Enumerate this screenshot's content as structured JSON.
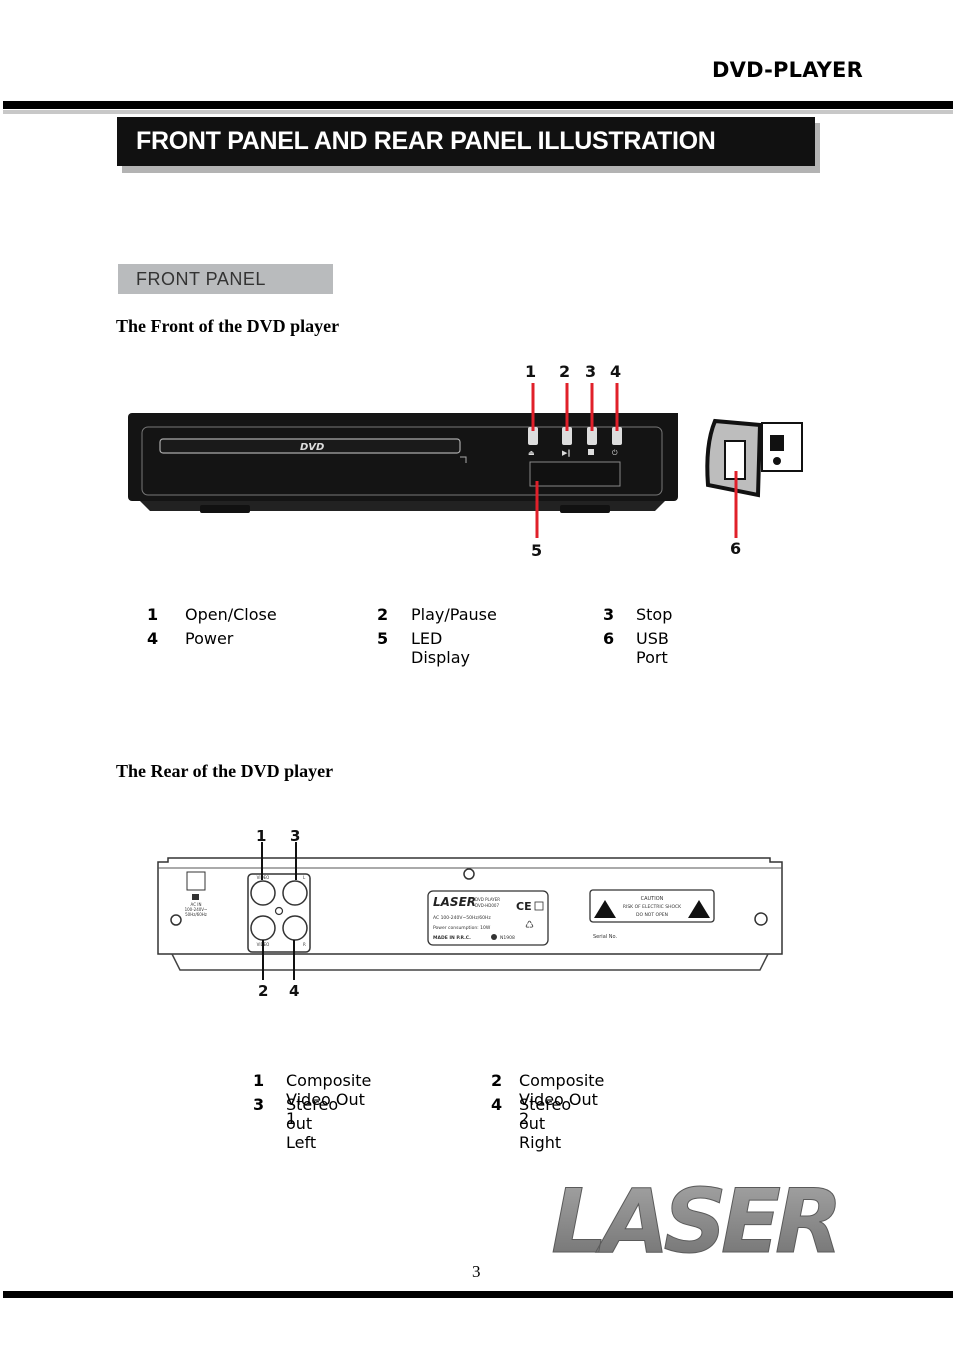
{
  "header": {
    "product": "DVD-PLAYER"
  },
  "title": "FRONT PANEL AND REAR PANEL ILLUSTRATION",
  "front": {
    "section_label": "FRONT PANEL",
    "caption": "The Front of the DVD player",
    "callouts": [
      "1",
      "2",
      "3",
      "4",
      "5",
      "6"
    ],
    "device_logo": "DVD",
    "legend": [
      {
        "num": "1",
        "label": "Open/Close"
      },
      {
        "num": "2",
        "label": "Play/Pause"
      },
      {
        "num": "3",
        "label": "Stop"
      },
      {
        "num": "4",
        "label": "Power"
      },
      {
        "num": "5",
        "label": "LED Display"
      },
      {
        "num": "6",
        "label": "USB Port"
      }
    ]
  },
  "rear": {
    "caption": "The Rear of the DVD player",
    "callouts": [
      "1",
      "3",
      "2",
      "4"
    ],
    "legend": [
      {
        "num": "1",
        "label": "Composite Video Out 1"
      },
      {
        "num": "2",
        "label": "Composite Video Out 2"
      },
      {
        "num": "3",
        "label": "Stereo out Left"
      },
      {
        "num": "4",
        "label": "Stereo out Right"
      }
    ],
    "label_text": {
      "brand": "LASER",
      "model_line1": "DVD PLAYER",
      "model_line2": "DVD-HD007",
      "ac_spec": "AC 100-240V~50Hz/60Hz",
      "power": "Power consumption: 10W",
      "made_in": "MADE IN P.R.C.",
      "cert": "N1908",
      "ce": "CE",
      "caution": "CAUTION",
      "risk": "RISK OF ELECTRIC SHOCK",
      "do_not_open": "DO NOT OPEN",
      "serial": "Serial No.",
      "ac_in_1": "AC IN",
      "ac_in_2": "100-240V~",
      "ac_in_3": "50Hz/60Hz",
      "video": "VIDEO",
      "video2": "VIDEO",
      "l": "L",
      "r": "R"
    }
  },
  "footer": {
    "page_number": "3",
    "logo": "LASER"
  },
  "colors": {
    "banner_bg": "#111111",
    "section_bg": "#b9bbbd",
    "callout_red": "#e0202a",
    "logo_grey": "#8a8a8a"
  }
}
